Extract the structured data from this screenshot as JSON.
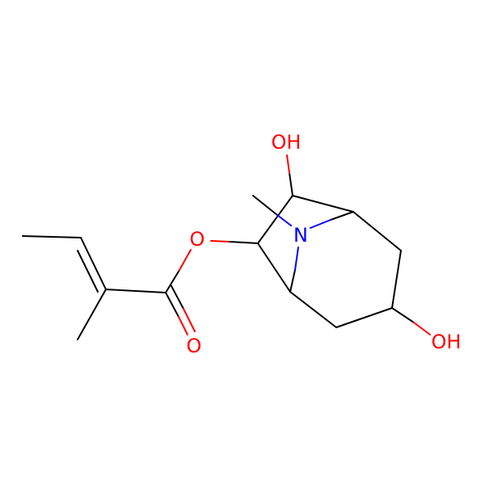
{
  "molecule": {
    "atoms": {
      "oh_top": "OH",
      "n_bridge": "N",
      "o_ester": "O",
      "o_carbonyl": "O",
      "oh_right": "OH"
    },
    "colors": {
      "carbon_bond": "#000000",
      "oxygen": "#ff0000",
      "nitrogen": "#0000ff",
      "background": "#ffffff"
    }
  }
}
